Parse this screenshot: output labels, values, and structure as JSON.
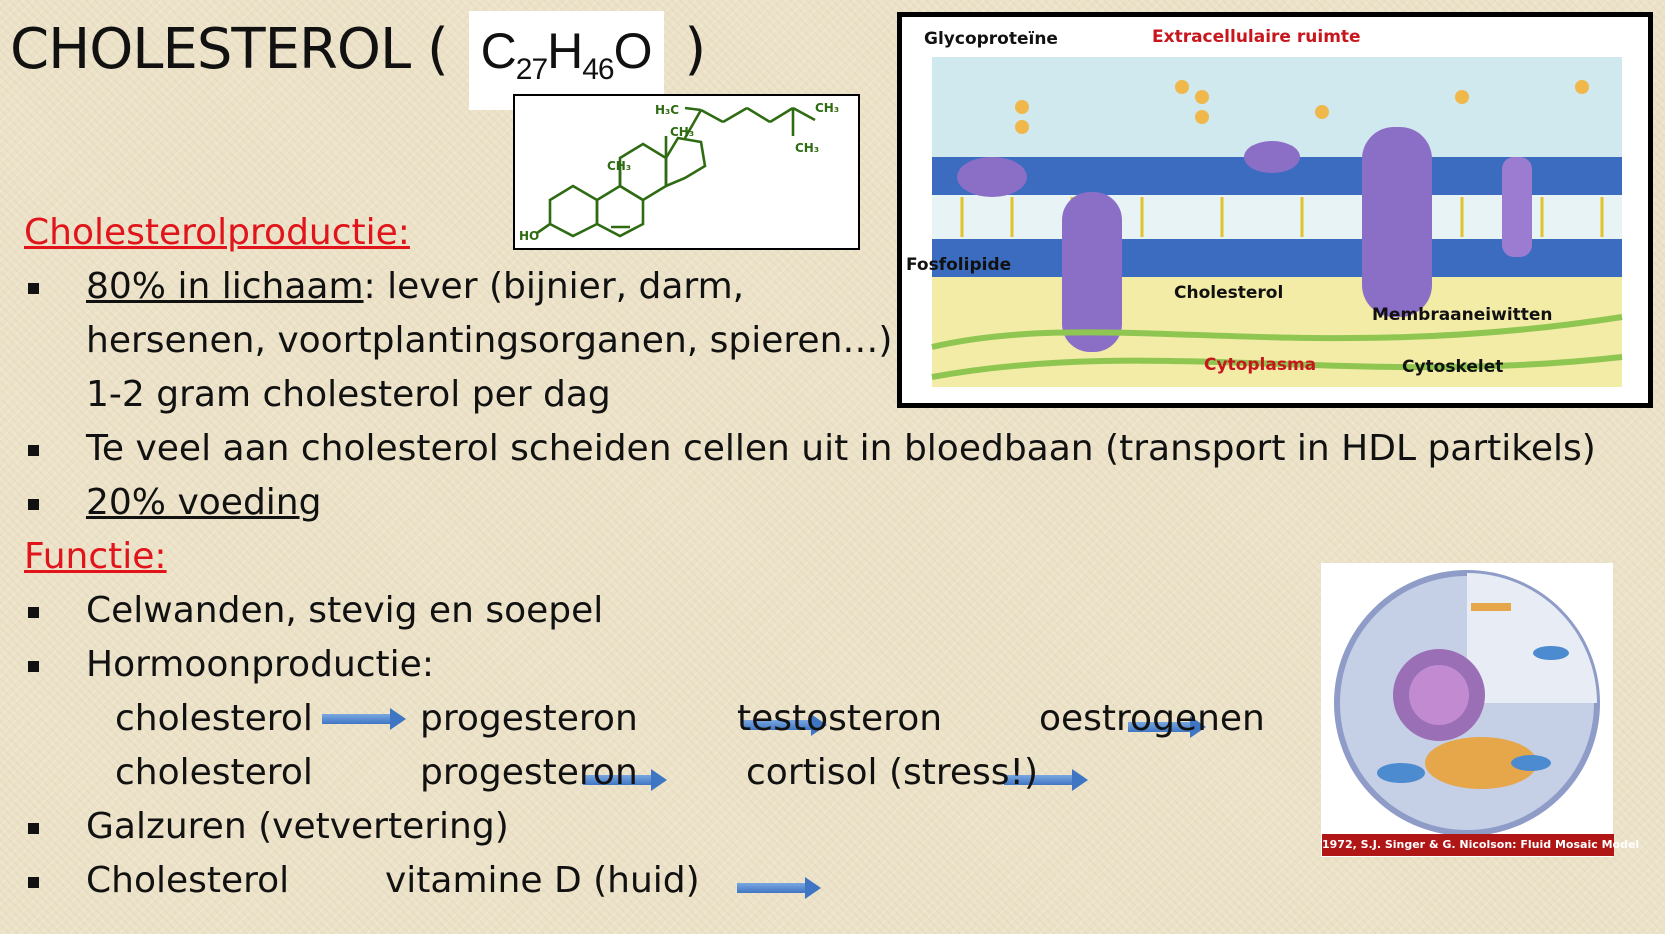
{
  "title": {
    "main": "CHOLESTEROL (",
    "formula_c": "C",
    "formula_c_sub": "27",
    "formula_h": "H",
    "formula_h_sub": "46",
    "formula_o": "O",
    "close": ")"
  },
  "molecule": {
    "h3c": "H₃C",
    "ch3_a": "CH₃",
    "ch3_b": "CH₃",
    "ch3_c": "CH₃",
    "ch3_d": "CH₃",
    "ho": "HO",
    "color": "#2e6b12"
  },
  "membrane": {
    "glyco": "Glycoproteïne",
    "extra": "Extracellulaire ruimte",
    "fosfo": "Fosfolipide",
    "chol": "Cholesterol",
    "membraan": "Membraaneiwitten",
    "cyto": "Cytoplasma",
    "skelet": "Cytoskelet"
  },
  "cell": {
    "credit": "1972, S.J. Singer & G. Nicolson: Fluid Mosaic Model"
  },
  "sections": {
    "production_heading": "Cholesterolproductie:",
    "function_heading": "Functie:"
  },
  "production": {
    "line1_u": "80% in lichaam",
    "line1_rest": ": lever (bijnier, darm,",
    "line2": "hersenen, voortplantingsorganen, spieren…)",
    "line3": "1-2 gram cholesterol per dag",
    "line4": "Te veel aan cholesterol scheiden cellen uit in bloedbaan (transport in HDL partikels)",
    "line5_u": "20% voeding"
  },
  "function": {
    "item1": "Celwanden, stevig en soepel",
    "item2": "Hormoonproductie:",
    "chain1": [
      "cholesterol",
      "progesteron",
      "testosteron",
      "oestrogenen"
    ],
    "chain2": [
      "cholesterol",
      "progesteron",
      "cortisol (stress!)"
    ],
    "item3": "Galzuren (vetvertering)",
    "item4a": "Cholesterol",
    "item4b": "vitamine D (huid)"
  },
  "colors": {
    "heading_red": "#e0141a",
    "arrow_blue": "#3f76c4",
    "label_red": "#c8161d"
  }
}
